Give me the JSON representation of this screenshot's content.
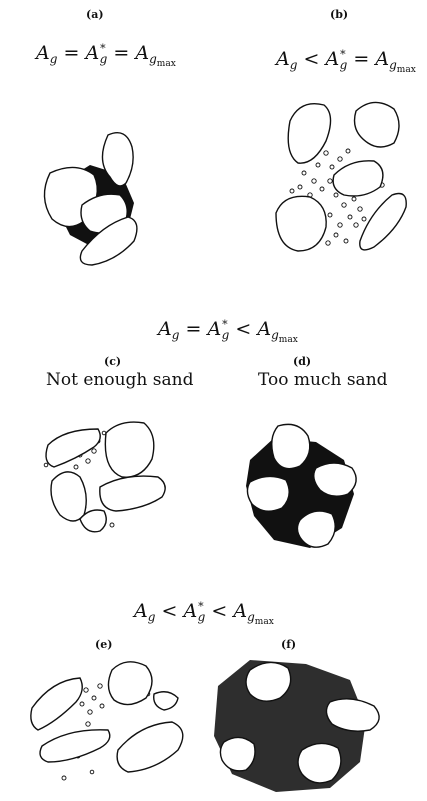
{
  "panels": {
    "a": {
      "label": "(a)"
    },
    "b": {
      "label": "(b)"
    },
    "c": {
      "label": "(c)",
      "caption": "Not enough sand"
    },
    "d": {
      "label": "(d)",
      "caption": "Too much sand"
    },
    "e": {
      "label": "(e)"
    },
    "f": {
      "label": "(f)"
    }
  },
  "equations": {
    "top_left": {
      "a": "A",
      "g": "g",
      "eq1": "=",
      "star": "*",
      "eq2": "=",
      "max": "max"
    },
    "top_right": {
      "a": "A",
      "g": "g",
      "op1": "<",
      "star": "*",
      "op2": "=",
      "max": "max"
    },
    "middle": {
      "a": "A",
      "g": "g",
      "op1": "=",
      "star": "*",
      "op2": "<",
      "max": "max"
    },
    "bottom": {
      "a": "A",
      "g": "g",
      "op1": "<",
      "star": "*",
      "op2": "<",
      "max": "max"
    }
  }
}
